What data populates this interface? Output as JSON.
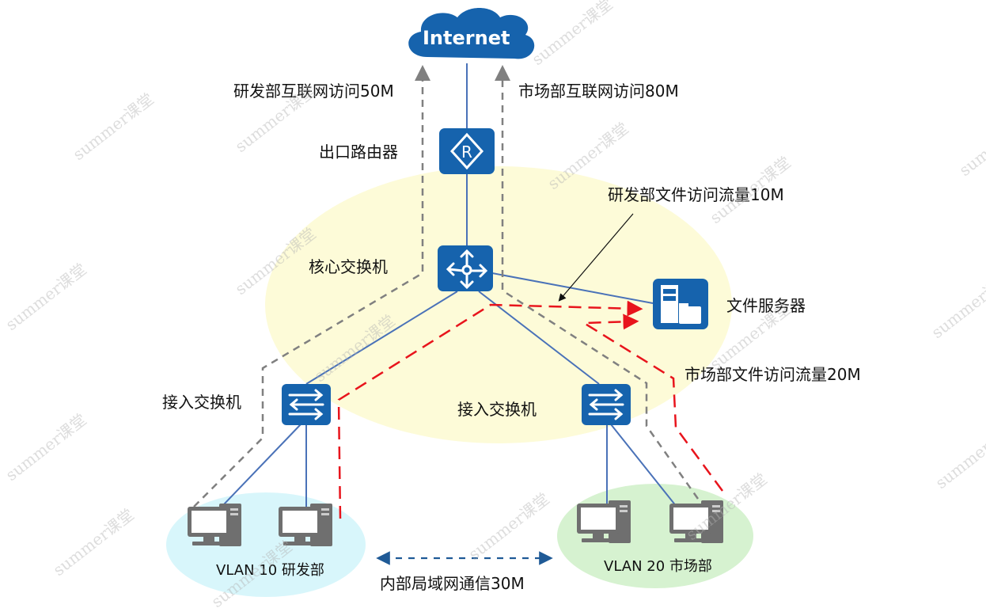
{
  "diagram": {
    "title": "网络流量示意",
    "colors": {
      "device_blue": "#1663ad",
      "link_blue": "#4a72b8",
      "core_zone": "#fdfbd8",
      "vlan10_zone": "#d8f6fb",
      "vlan20_zone": "#d6f2d0",
      "internet_flow": "#808080",
      "file_flow": "#e8141c",
      "lan_flow": "#1f5a96"
    },
    "nodes": {
      "internet": {
        "label": "Internet",
        "icon": "cloud-icon"
      },
      "router": {
        "label": "出口路由器",
        "icon": "router-icon"
      },
      "core_switch": {
        "label": "核心交换机",
        "icon": "core-switch-icon"
      },
      "file_server": {
        "label": "文件服务器",
        "icon": "file-server-icon"
      },
      "access_switch_left": {
        "label": "接入交换机",
        "icon": "access-switch-icon"
      },
      "access_switch_right": {
        "label": "接入交换机",
        "icon": "access-switch-icon"
      }
    },
    "vlans": [
      {
        "label": "VLAN 10 研发部",
        "pcs": 2
      },
      {
        "label": "VLAN 20 市场部",
        "pcs": 2
      }
    ],
    "flows": {
      "rd_internet": "研发部互联网访问50M",
      "mkt_internet": "市场部互联网访问80M",
      "rd_file": "研发部文件访问流量10M",
      "mkt_file": "市场部文件访问流量20M",
      "lan": "内部局域网通信30M"
    },
    "watermark": "summer课堂"
  }
}
